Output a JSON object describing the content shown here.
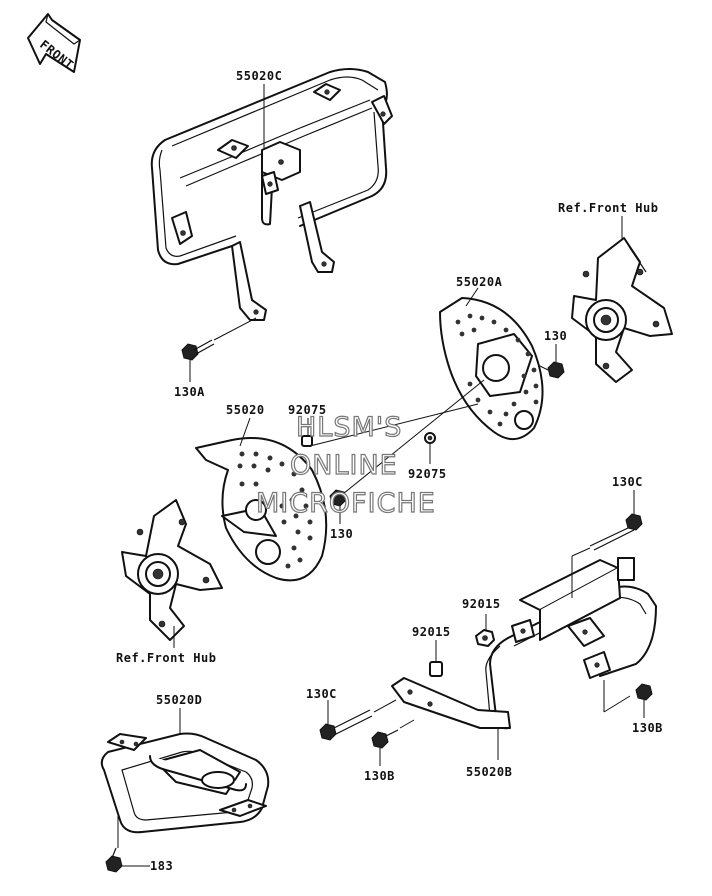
{
  "front_badge": "FRONT",
  "watermark": [
    "HLSM'S",
    "ONLINE",
    "MICROFICHE"
  ],
  "labels": {
    "p55020C": "55020C",
    "ref_front_hub_top": "Ref.Front Hub",
    "p55020A": "55020A",
    "p130_top": "130",
    "p130A": "130A",
    "p55020": "55020",
    "p92075_left": "92075",
    "p92075_right": "92075",
    "p130_mid": "130",
    "p130C_top": "130C",
    "p92015_top": "92015",
    "p92015_mid": "92015",
    "ref_front_hub_bottom": "Ref.Front Hub",
    "p55020D": "55020D",
    "p130C_bottom": "130C",
    "p130B_right": "130B",
    "p130B_bottom": "130B",
    "p55020B": "55020B",
    "p183": "183"
  }
}
